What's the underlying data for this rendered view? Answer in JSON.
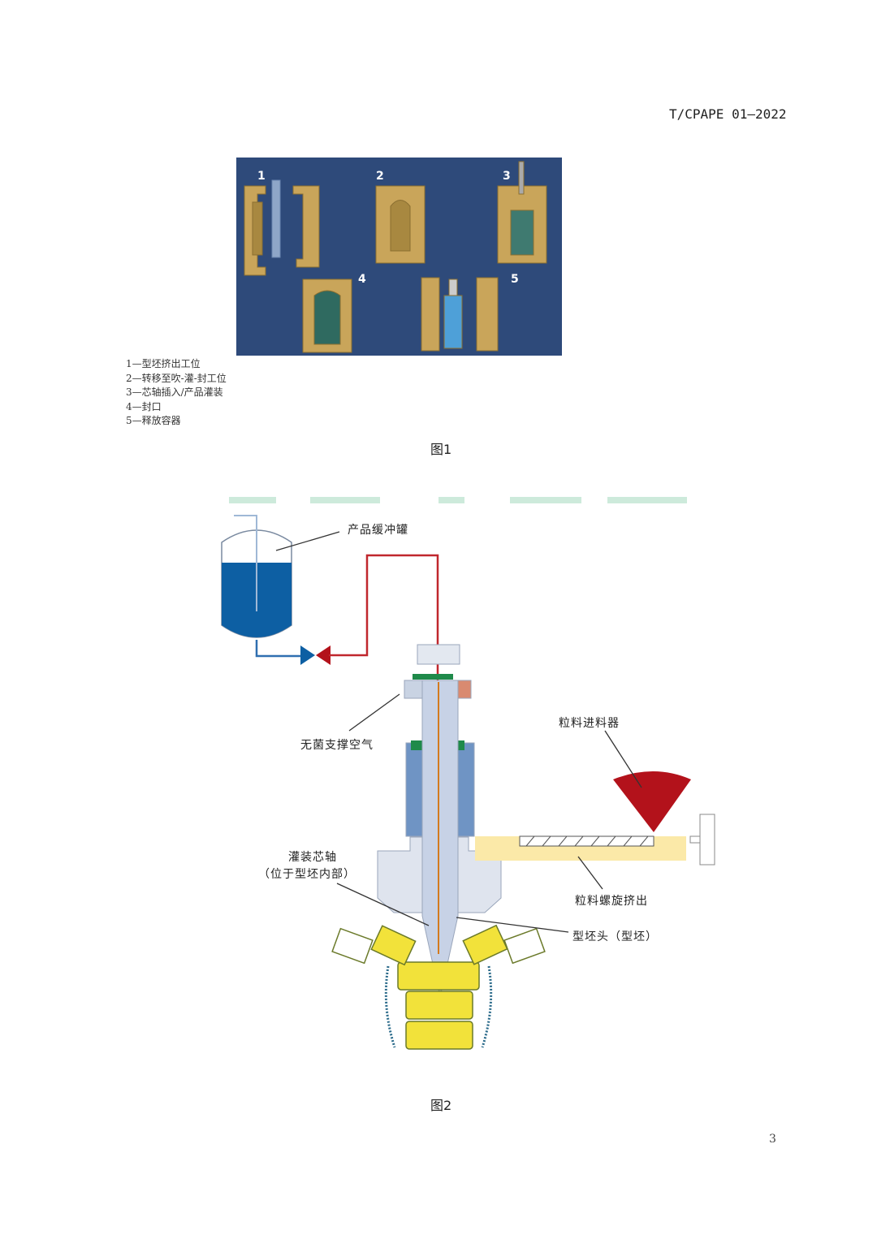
{
  "header": {
    "standard_code": "T/CPAPE 01—2022"
  },
  "figure1": {
    "step_numbers": [
      "1",
      "2",
      "3",
      "4",
      "5"
    ],
    "legend": [
      "1—型坯挤出工位",
      "2—转移至吹-灌-封工位",
      "3—芯轴插入/产品灌装",
      "4—封口",
      "5—释放容器"
    ],
    "caption": "图1",
    "colors": {
      "background": "#2e4a7a",
      "mold": "#c9a55a"
    }
  },
  "figure2": {
    "labels": {
      "buffer_tank": "产品缓冲罐",
      "sterile_air": "无菌支撑空气",
      "pellet_feeder": "粒料进料器",
      "filling_mandrel_1": "灌装芯轴",
      "filling_mandrel_2": "（位于型坯内部）",
      "screw_extrusion": "粒料螺旋挤出",
      "parison_head": "型坯头（型坯）"
    },
    "caption": "图2",
    "colors": {
      "tank_liquid": "#0d5fa3",
      "product_line": "#c0272d",
      "hopper": "#b3121b",
      "mold_yellow": "#f2e23a",
      "head": "#dfe4ee"
    }
  },
  "footer": {
    "page_number": "3"
  }
}
